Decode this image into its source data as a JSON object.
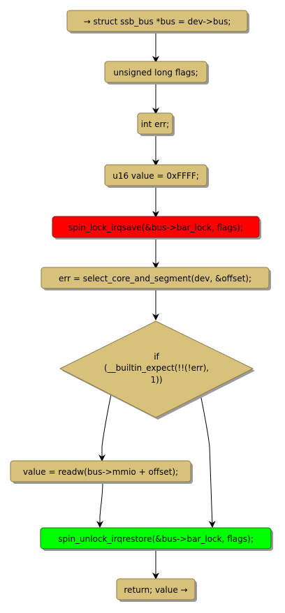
{
  "diagram": {
    "nodes": [
      {
        "id": "n1",
        "label": "→ struct ssb_bus *bus = dev->bus;",
        "fill": "#d8c27b"
      },
      {
        "id": "n2",
        "label": "unsigned long flags;",
        "fill": "#d8c27b"
      },
      {
        "id": "n3",
        "label": "int err;",
        "fill": "#d8c27b"
      },
      {
        "id": "n4",
        "label": "u16 value = 0xFFFF;",
        "fill": "#d8c27b"
      },
      {
        "id": "n5",
        "label": "spin_lock_irqsave(&bus->bar_lock, flags);",
        "fill": "#ff0000"
      },
      {
        "id": "n6",
        "label": "err = select_core_and_segment(dev, &offset);",
        "fill": "#d8c27b"
      },
      {
        "id": "d1",
        "label_lines": [
          "if",
          "(__builtin_expect(!!(!err),",
          "1))"
        ],
        "fill": "#d8c27b"
      },
      {
        "id": "n7",
        "label": "value = readw(bus->mmio + offset);",
        "fill": "#d8c27b"
      },
      {
        "id": "n8",
        "label": "spin_unlock_irqrestore(&bus->bar_lock, flags);",
        "fill": "#00ff00"
      },
      {
        "id": "n9",
        "label": "return; value →",
        "fill": "#d8c27b"
      }
    ],
    "colors": {
      "default_node": "#d8c27b",
      "lock_node": "#ff0000",
      "unlock_node": "#00ff00",
      "border": "#8b7b4a",
      "shadow": "#9a9a9a",
      "edge": "#000000"
    }
  }
}
